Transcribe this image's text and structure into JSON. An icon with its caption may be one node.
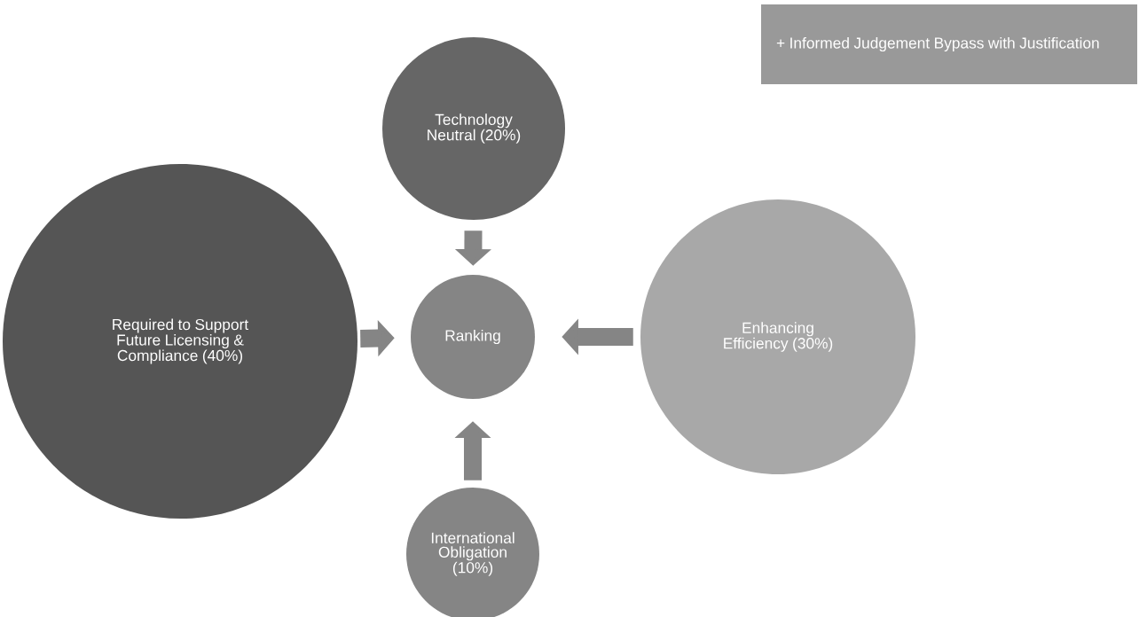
{
  "diagram": {
    "nodes": [
      {
        "text": [
          "Technology Neutral (20%)"
        ]
      },
      {
        "text": [
          "Required to Support Future Licensing & Compliance (40%)"
        ]
      },
      {
        "text": [
          "Ranking"
        ]
      },
      {
        "text": [
          "Enhancing Efficiency (30%)"
        ]
      },
      {
        "text": [
          "International Obligation (10%)"
        ]
      },
      {
        "text": [
          "+ Informed Judgement Bypass with Justification"
        ]
      }
    ],
    "edges": [
      {
        "from": 0,
        "to": 2,
        "arrow": "to"
      },
      {
        "from": 1,
        "to": 2,
        "arrow": "to"
      },
      {
        "from": 3,
        "to": 2,
        "arrow": "to"
      },
      {
        "from": 4,
        "to": 2,
        "arrow": "to"
      }
    ]
  }
}
